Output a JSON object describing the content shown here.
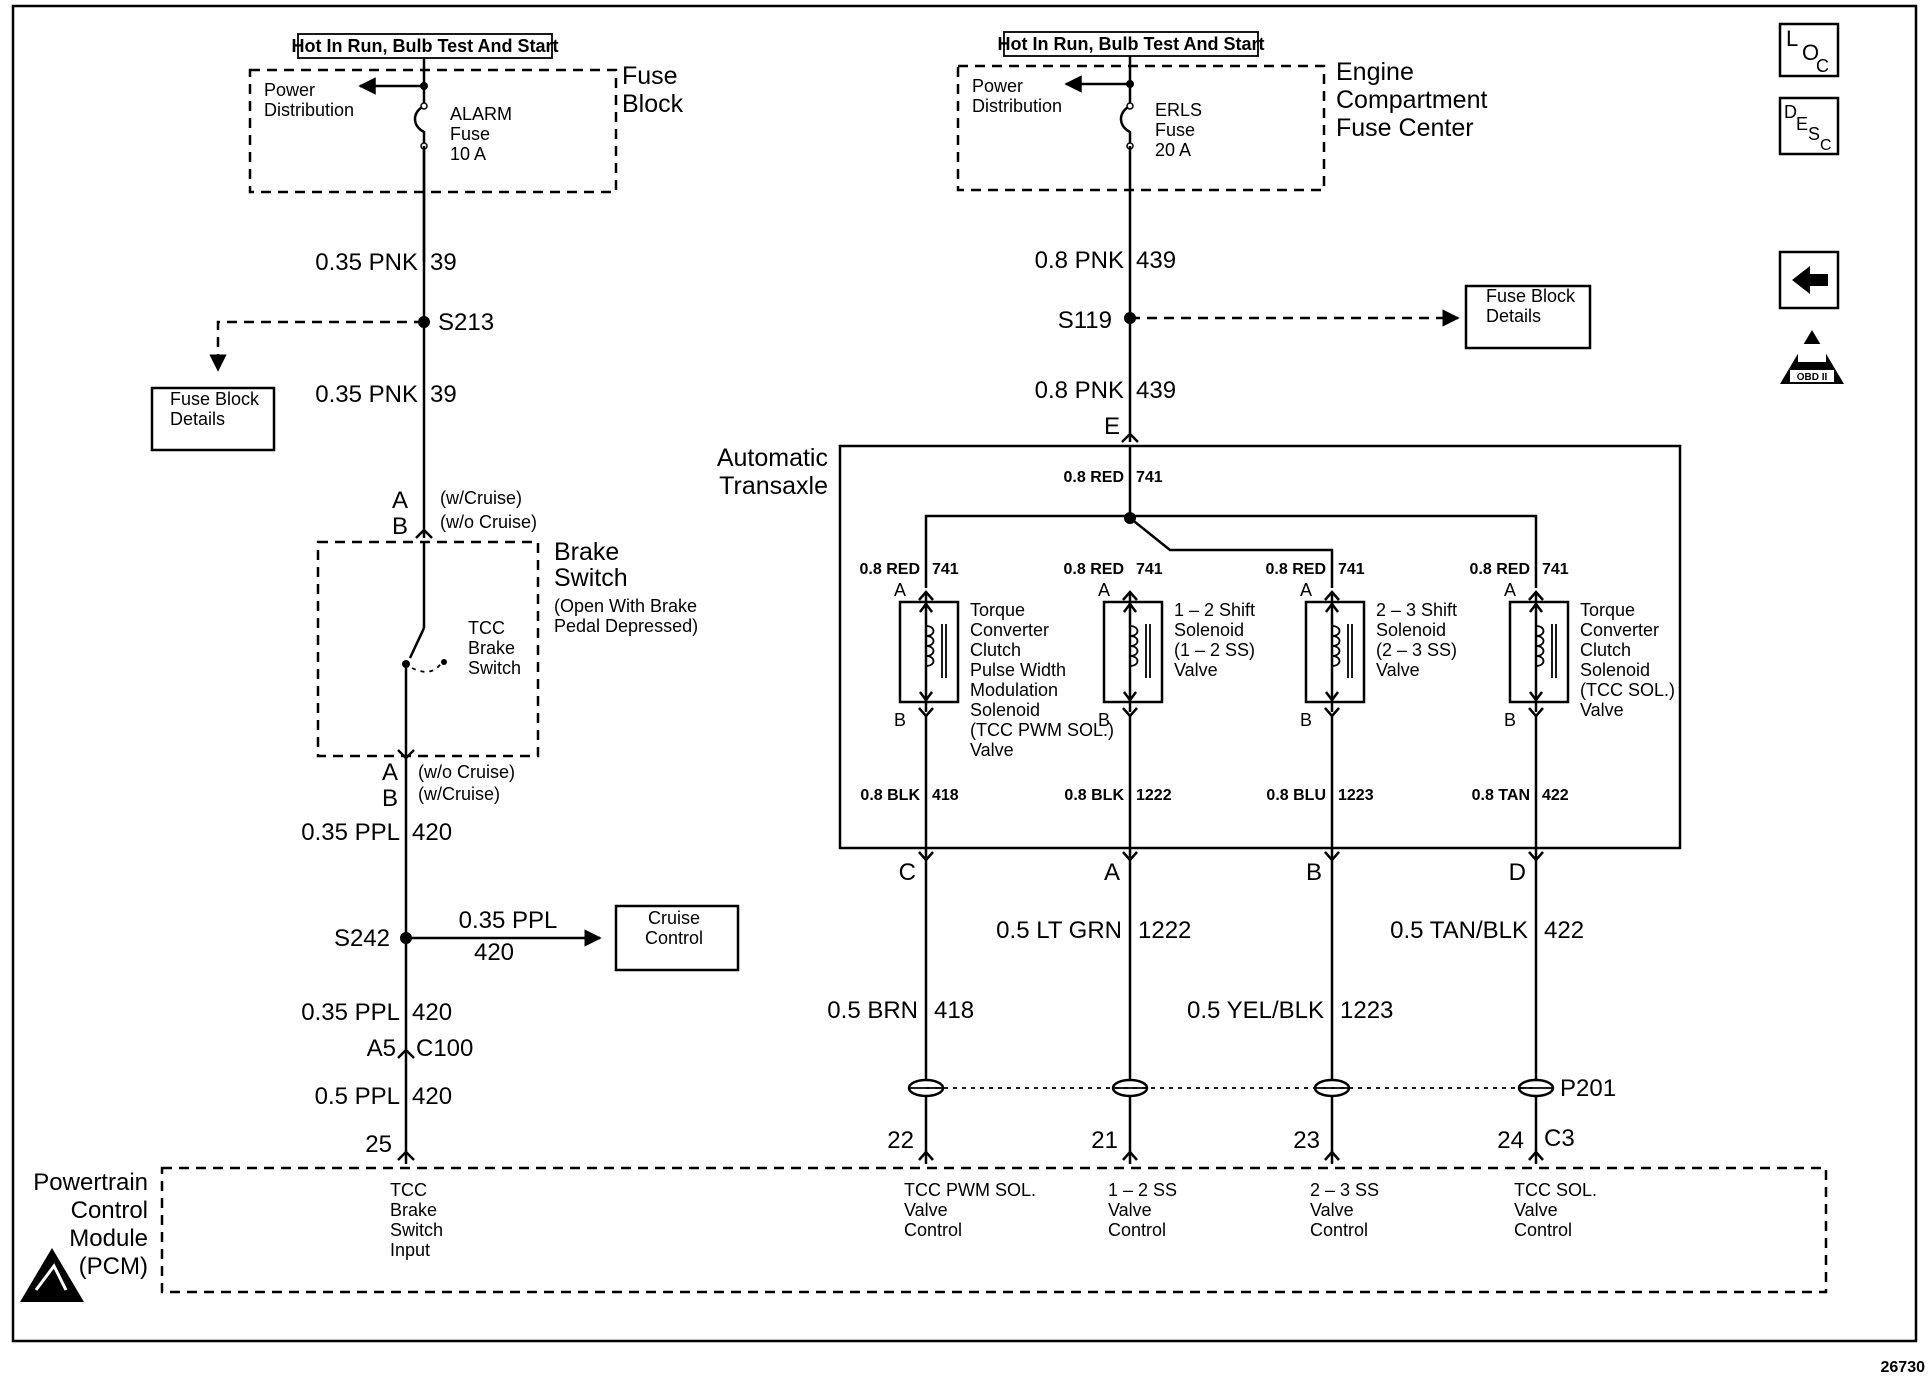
{
  "fuse_block": {
    "header": "Hot In Run, Bulb Test And Start",
    "title": "Fuse Block",
    "power_distribution": "Power Distribution",
    "fuse_name": "ALARM",
    "fuse_word": "Fuse",
    "fuse_rating": "10 A"
  },
  "engine_fuse_center": {
    "header": "Hot In Run, Bulb Test And Start",
    "title_lines": [
      "Engine",
      "Compartment",
      "Fuse Center"
    ],
    "power_distribution": "Power Distribution",
    "fuse_name": "ERLS",
    "fuse_word": "Fuse",
    "fuse_rating": "20 A"
  },
  "left_circuit": {
    "wire1": {
      "gauge_color": "0.35 PNK",
      "circuit": "39"
    },
    "splice1": "S213",
    "wire2": {
      "gauge_color": "0.35 PNK",
      "circuit": "39"
    },
    "fuse_block_details": "Fuse Block Details",
    "conn_top": {
      "a": "A",
      "b": "B",
      "a_note": "(w/Cruise)",
      "b_note": "(w/o Cruise)"
    },
    "brake_switch": {
      "title_lines": [
        "Brake",
        "Switch"
      ],
      "note_lines": [
        "(Open With Brake",
        "Pedal Depressed)"
      ],
      "label_lines": [
        "TCC",
        "Brake",
        "Switch"
      ]
    },
    "conn_bottom": {
      "a": "A",
      "b": "B",
      "a_note": "(w/o Cruise)",
      "b_note": "(w/Cruise)"
    },
    "wire3": {
      "gauge_color": "0.35 PPL",
      "circuit": "420"
    },
    "splice2": "S242",
    "cruise_wire": {
      "gauge_color": "0.35 PPL",
      "circuit": "420"
    },
    "cruise_control": "Cruise Control",
    "wire4": {
      "gauge_color": "0.35 PPL",
      "circuit": "420"
    },
    "connector": {
      "pin": "A5",
      "name": "C100"
    },
    "wire5": {
      "gauge_color": "0.5 PPL",
      "circuit": "420"
    },
    "pcm_pin": "25"
  },
  "right_circuit": {
    "wire1": {
      "gauge_color": "0.8 PNK",
      "circuit": "439"
    },
    "splice": "S119",
    "wire2": {
      "gauge_color": "0.8 PNK",
      "circuit": "439"
    },
    "fuse_block_details": "Fuse Block Details",
    "transaxle_pin": "E",
    "transaxle_title": [
      "Automatic",
      "Transaxle"
    ],
    "internal_feed": {
      "gauge_color": "0.8 RED",
      "circuit": "741"
    },
    "solenoids": [
      {
        "feed": "0.8 RED",
        "feed_circuit": "741",
        "pin_a": "A",
        "pin_b": "B",
        "label_lines": [
          "Torque",
          "Converter",
          "Clutch",
          "Pulse Width",
          "Modulation",
          "Solenoid",
          "(TCC PWM SOL.)",
          "Valve"
        ],
        "ground": "0.8 BLK",
        "ground_circuit": "418",
        "out_pin": "C",
        "ext_wire": "0.5 BRN",
        "ext_circuit": "418",
        "pcm_pin": "22",
        "pcm_label": [
          "TCC PWM SOL.",
          "Valve",
          "Control"
        ]
      },
      {
        "feed": "0.8 RED",
        "feed_circuit": "741",
        "pin_a": "A",
        "pin_b": "B",
        "label_lines": [
          "1 – 2 Shift",
          "Solenoid",
          "(1 – 2 SS)",
          "Valve"
        ],
        "ground": "0.8 BLK",
        "ground_circuit": "1222",
        "out_pin": "A",
        "ext_wire": "0.5 LT GRN",
        "ext_circuit": "1222",
        "pcm_pin": "21",
        "pcm_label": [
          "1 – 2 SS",
          "Valve",
          "Control"
        ]
      },
      {
        "feed": "0.8 RED",
        "feed_circuit": "741",
        "pin_a": "A",
        "pin_b": "B",
        "label_lines": [
          "2 – 3 Shift",
          "Solenoid",
          "(2 – 3 SS)",
          "Valve"
        ],
        "ground": "0.8 BLU",
        "ground_circuit": "1223",
        "out_pin": "B",
        "ext_wire": "0.5 YEL/BLK",
        "ext_circuit": "1223",
        "pcm_pin": "23",
        "pcm_label": [
          "2 – 3 SS",
          "Valve",
          "Control"
        ]
      },
      {
        "feed": "0.8 RED",
        "feed_circuit": "741",
        "pin_a": "A",
        "pin_b": "B",
        "label_lines": [
          "Torque",
          "Converter",
          "Clutch",
          "Solenoid",
          "(TCC SOL.)",
          "Valve"
        ],
        "ground": "0.8 TAN",
        "ground_circuit": "422",
        "out_pin": "D",
        "ext_wire": "0.5 TAN/BLK",
        "ext_circuit": "422",
        "pcm_pin": "24",
        "pcm_label": [
          "TCC SOL.",
          "Valve",
          "Control"
        ]
      }
    ],
    "pass_through": "P201",
    "pcm_connector": "C3"
  },
  "pcm": {
    "title_lines": [
      "Powertrain",
      "Control",
      "Module",
      "(PCM)"
    ],
    "input_label": [
      "TCC",
      "Brake",
      "Switch",
      "Input"
    ]
  },
  "side_icons": {
    "loc": {
      "l": "L",
      "o": "O",
      "c": "C"
    },
    "desc": {
      "d": "D",
      "e": "E",
      "s": "S",
      "c": "C"
    },
    "obd": "OBD II"
  },
  "figure_number": "26730"
}
